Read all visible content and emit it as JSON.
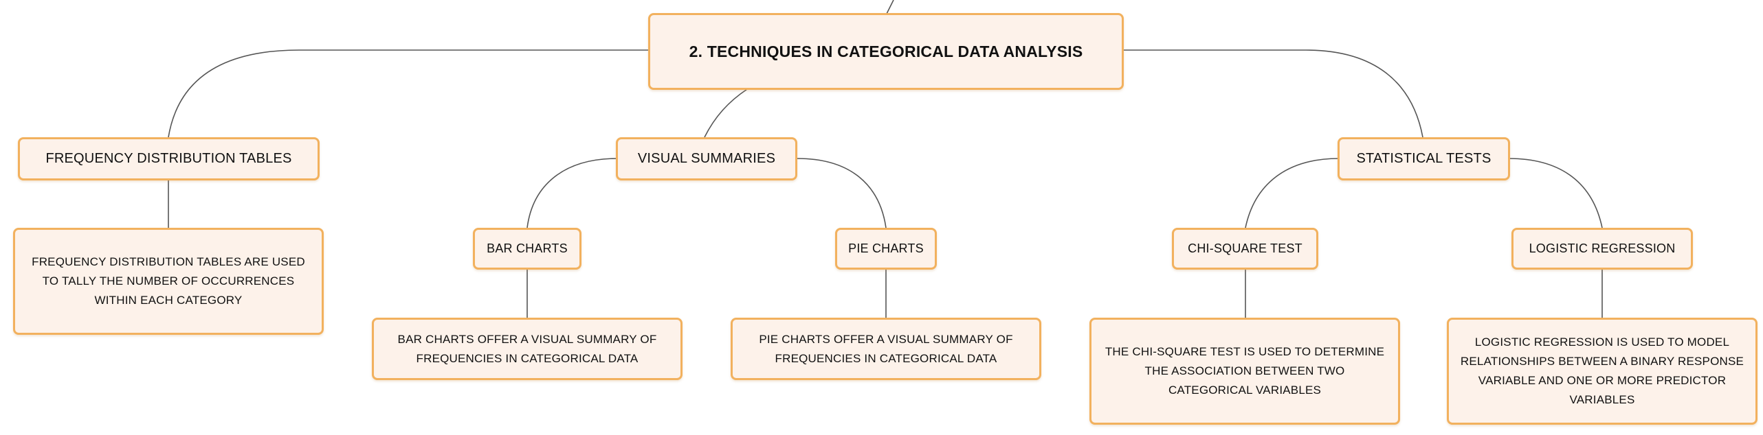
{
  "colors": {
    "node_fill": "#fdf2ea",
    "node_border": "#f2b15e",
    "connector": "#555555",
    "text": "#111111"
  },
  "diagram": {
    "root": {
      "label": "2. TECHNIQUES IN CATEGORICAL DATA ANALYSIS"
    },
    "branches": {
      "frequency_tables": {
        "label": "FREQUENCY DISTRIBUTION TABLES",
        "description": "FREQUENCY DISTRIBUTION TABLES ARE USED TO TALLY THE NUMBER OF OCCURRENCES WITHIN EACH CATEGORY"
      },
      "visual_summaries": {
        "label": "VISUAL SUMMARIES",
        "bar_charts": {
          "label": "BAR CHARTS",
          "description": "BAR CHARTS OFFER A VISUAL SUMMARY OF FREQUENCIES IN CATEGORICAL DATA"
        },
        "pie_charts": {
          "label": "PIE CHARTS",
          "description": "PIE CHARTS OFFER A VISUAL SUMMARY OF FREQUENCIES IN CATEGORICAL DATA"
        }
      },
      "statistical_tests": {
        "label": "STATISTICAL TESTS",
        "chi_square": {
          "label": "CHI-SQUARE TEST",
          "description": "THE CHI-SQUARE TEST IS USED TO DETERMINE THE ASSOCIATION BETWEEN TWO CATEGORICAL VARIABLES"
        },
        "logistic_regression": {
          "label": "LOGISTIC REGRESSION",
          "description": "LOGISTIC REGRESSION IS USED TO MODEL RELATIONSHIPS BETWEEN A BINARY RESPONSE VARIABLE AND ONE OR MORE PREDICTOR VARIABLES"
        }
      }
    }
  }
}
